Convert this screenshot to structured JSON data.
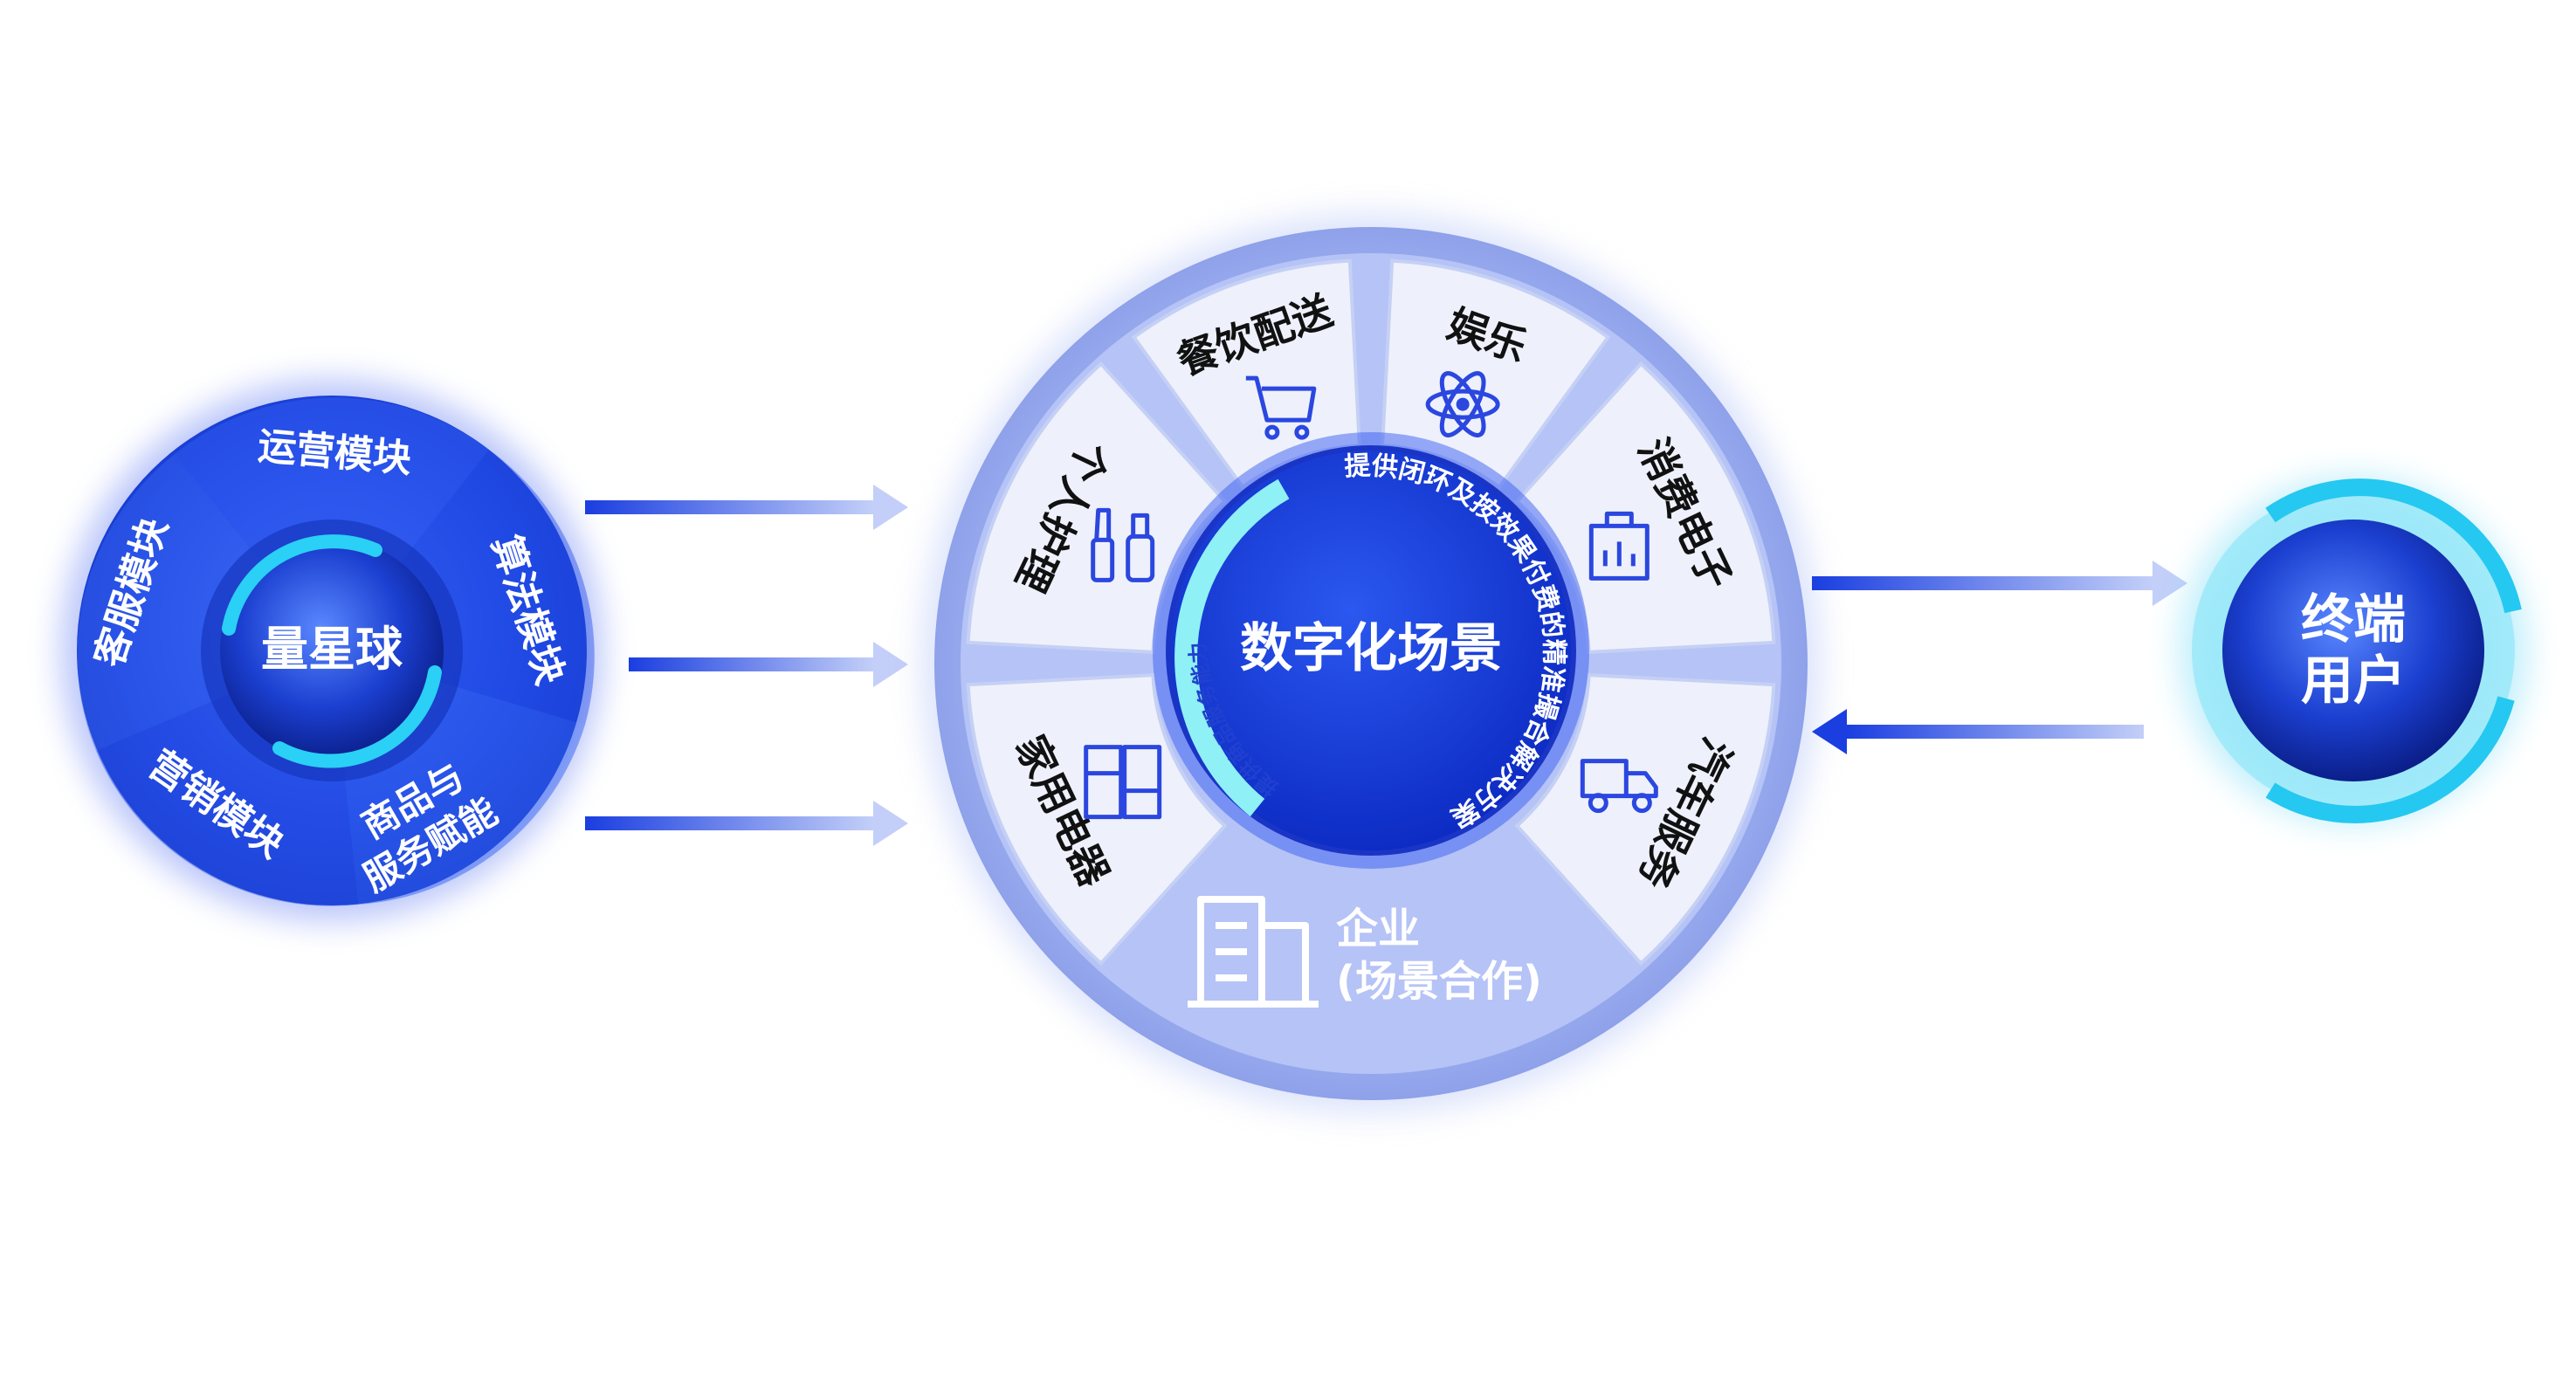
{
  "left_hub": {
    "center": "量星球",
    "modules": [
      "运营模块",
      "算法模块",
      "客服模块",
      "营销模块"
    ],
    "enable_line1": "商品与",
    "enable_line2": "服务赋能"
  },
  "center_hub": {
    "title": "数字化场景",
    "outer_caption": "提供闭环及按效果付费的精准撮合解决方案",
    "inner_caption": "提供商品服务能力",
    "scenes": [
      "餐饮配送",
      "娱乐",
      "消费电子",
      "汽车服务",
      "家用电器",
      "个人护理"
    ],
    "enterprise_line1": "企业",
    "enterprise_line2": "(场景合作)"
  },
  "right_hub": {
    "line1": "终端",
    "line2": "用户"
  },
  "colors": {
    "deep_blue": "#1436d6",
    "mid_blue": "#2a55ee",
    "light_blue": "#a9b9f2",
    "cyan": "#25c8f0",
    "panel": "#eef1fb"
  },
  "icons": [
    "cart-icon",
    "atom-icon",
    "shopping-bag-icon",
    "truck-icon",
    "refrigerator-icon",
    "beauty-tools-icon",
    "building-icon"
  ]
}
